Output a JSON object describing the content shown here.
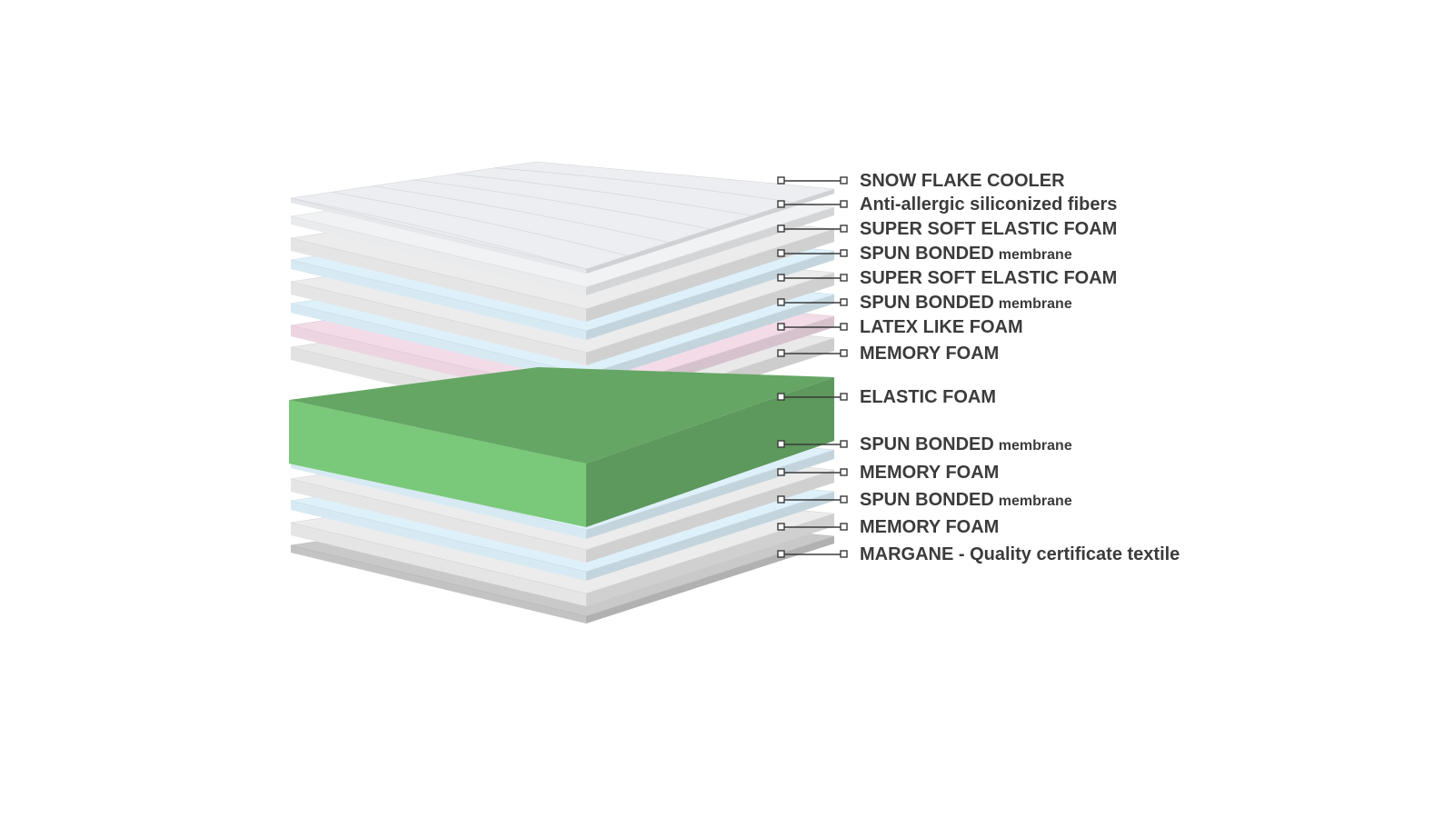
{
  "diagram": {
    "layers": [
      {
        "label": "SNOW FLAKE COOLER",
        "sub": "",
        "material": "quilted",
        "color": "#eceef1"
      },
      {
        "label": "Anti-allergic siliconized fibers",
        "sub": "",
        "material": "fiber",
        "color": "#f1f2f4"
      },
      {
        "label": "SUPER SOFT ELASTIC FOAM",
        "sub": "",
        "material": "foam",
        "color": "#ececec"
      },
      {
        "label": "SPUN BONDED",
        "sub": "membrane",
        "material": "membrane",
        "color": "#def1fb"
      },
      {
        "label": "SUPER SOFT ELASTIC FOAM",
        "sub": "",
        "material": "foam",
        "color": "#ececec"
      },
      {
        "label": "SPUN BONDED",
        "sub": "membrane",
        "material": "membrane",
        "color": "#def1fb"
      },
      {
        "label": "LATEX LIKE FOAM",
        "sub": "",
        "material": "latex",
        "color": "#f3dce8"
      },
      {
        "label": "MEMORY FOAM",
        "sub": "",
        "material": "foam",
        "color": "#e9e9e9"
      },
      {
        "label": "ELASTIC FOAM",
        "sub": "",
        "material": "core",
        "color": "#6db36c"
      },
      {
        "label": "SPUN BONDED",
        "sub": "membrane",
        "material": "membrane",
        "color": "#def1fb"
      },
      {
        "label": "MEMORY FOAM",
        "sub": "",
        "material": "foam",
        "color": "#ececec"
      },
      {
        "label": "SPUN BONDED",
        "sub": "membrane",
        "material": "membrane",
        "color": "#def1fb"
      },
      {
        "label": "MEMORY FOAM",
        "sub": "",
        "material": "foam",
        "color": "#ececec"
      },
      {
        "label": "MARGANE - Quality certificate textile",
        "sub": "",
        "material": "textile",
        "color": "#c9c9c9"
      }
    ]
  }
}
